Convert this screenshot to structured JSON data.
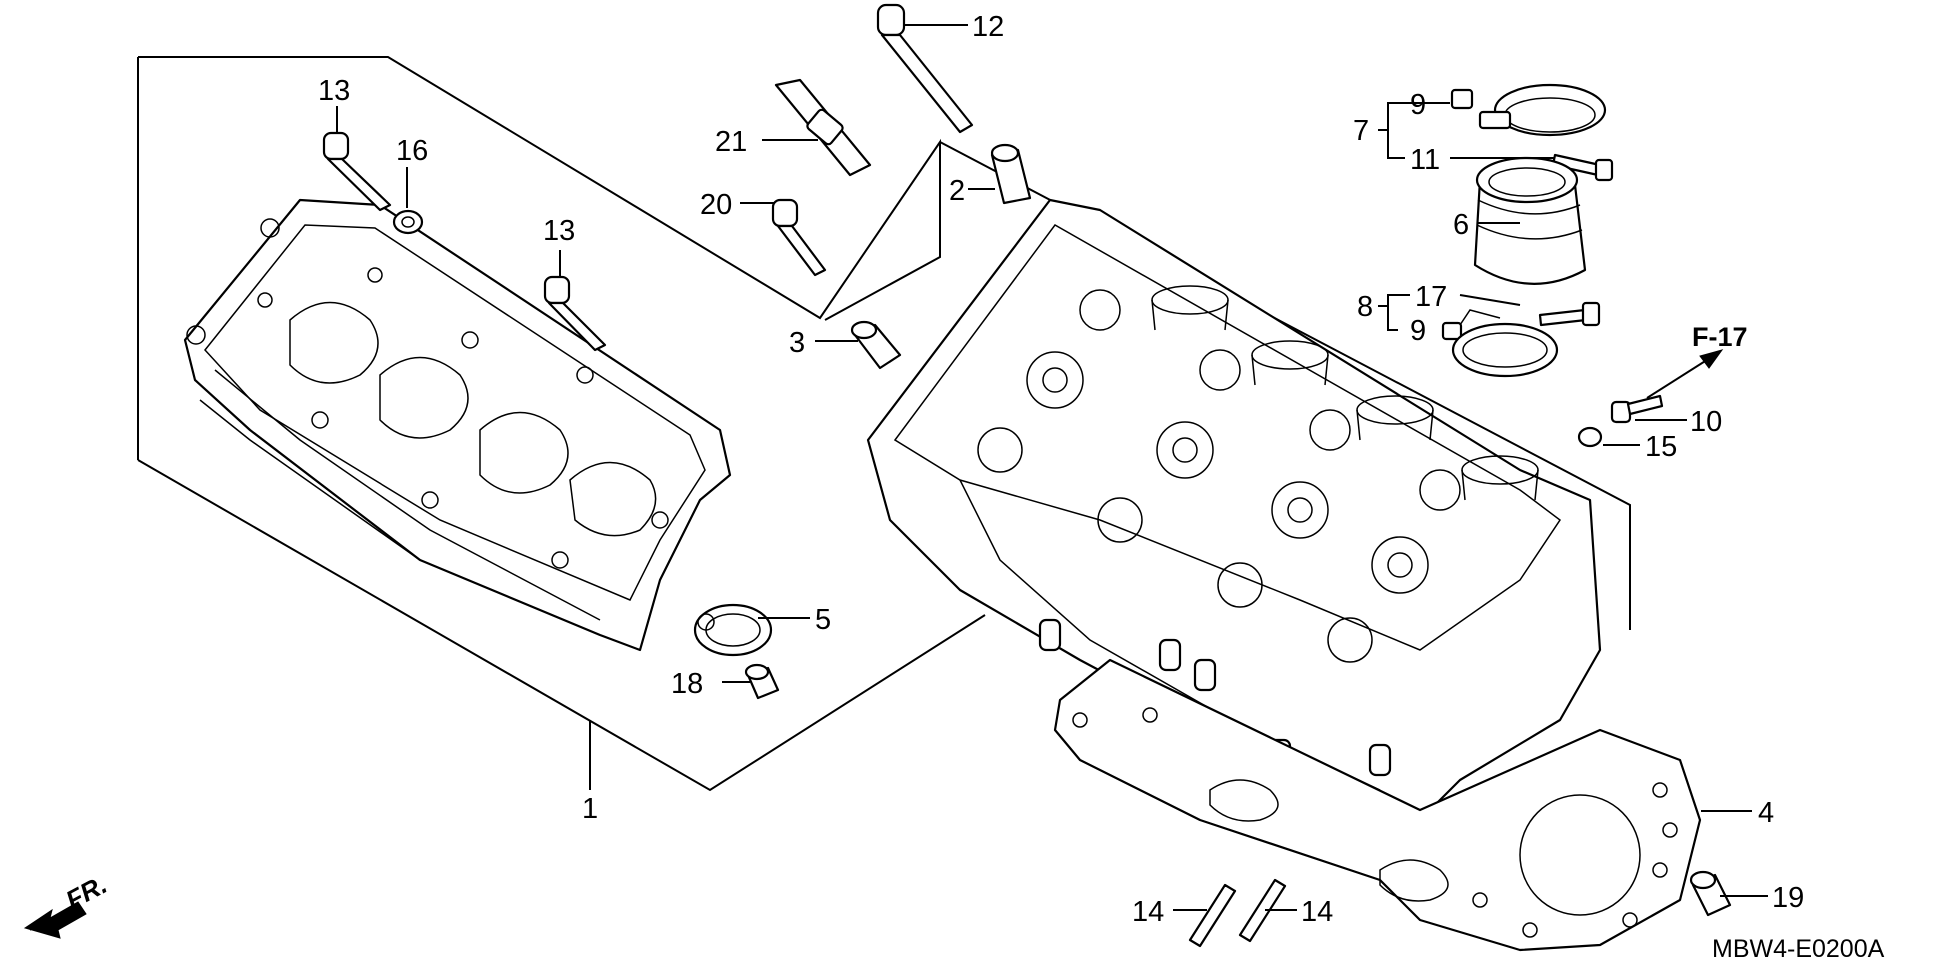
{
  "diagram_code": "MBW4-E0200A",
  "reference_label": "F-17",
  "front_indicator": "FR.",
  "callouts": {
    "p1": "1",
    "p2": "2",
    "p3": "3",
    "p4": "4",
    "p5": "5",
    "p6": "6",
    "p7": "7",
    "p8": "8",
    "p9a": "9",
    "p9b": "9",
    "p10": "10",
    "p11": "11",
    "p12": "12",
    "p13a": "13",
    "p13b": "13",
    "p14a": "14",
    "p14b": "14",
    "p15": "15",
    "p16": "16",
    "p17": "17",
    "p18": "18",
    "p19": "19",
    "p20": "20",
    "p21": "21"
  }
}
